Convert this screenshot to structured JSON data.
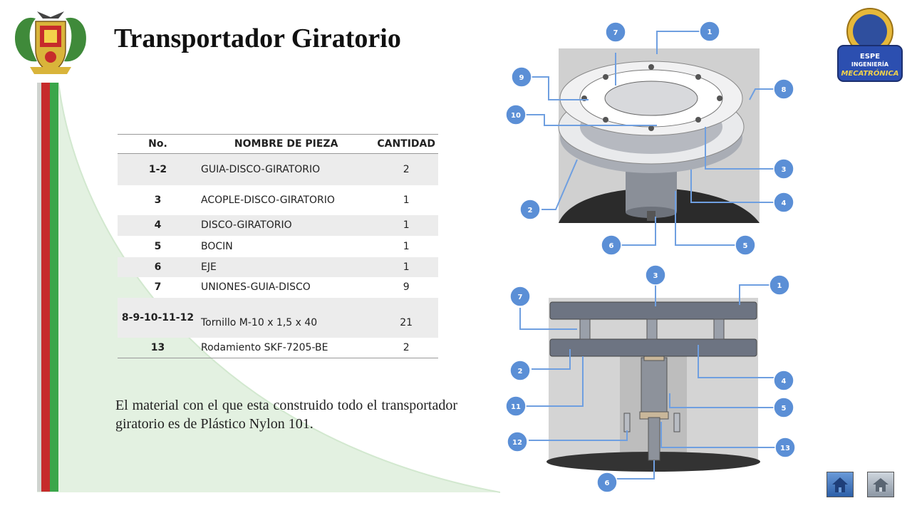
{
  "slide": {
    "title": "Transportador Giratorio",
    "note": "El material con el que esta construido todo el transportador giratorio es de Plástico Nylon 101."
  },
  "table": {
    "headers": [
      "No.",
      "NOMBRE DE PIEZA",
      "CANTIDAD"
    ],
    "rows": [
      {
        "no": "1-2",
        "name": "GUIA-DISCO-GIRATORIO",
        "qty": "2"
      },
      {
        "no": "3",
        "name": "ACOPLE-DISCO-GIRATORIO",
        "qty": "1"
      },
      {
        "no": "4",
        "name": "DISCO-GIRATORIO",
        "qty": "1"
      },
      {
        "no": "5",
        "name": "BOCIN",
        "qty": "1"
      },
      {
        "no": "6",
        "name": "EJE",
        "qty": "1"
      },
      {
        "no": "7",
        "name": "UNIONES-GUIA-DISCO",
        "qty": "9"
      },
      {
        "no": "8-9-10-11-12",
        "name": "Tornillo M-10 x 1,5 x 40",
        "qty": "21"
      },
      {
        "no": "13",
        "name": "Rodamiento SKF-7205-BE",
        "qty": "2"
      }
    ]
  },
  "figure_top": {
    "callouts": [
      "7",
      "1",
      "9",
      "8",
      "10",
      "3",
      "2",
      "4",
      "6",
      "5"
    ]
  },
  "figure_bottom": {
    "callouts": [
      "3",
      "7",
      "1",
      "2",
      "4",
      "11",
      "5",
      "12",
      "13",
      "6"
    ]
  },
  "logo": {
    "line1": "ESPE",
    "line2": "INGENIERÍA",
    "line3": "MECATRÓNICA"
  },
  "nav": {
    "home_icon": "home-icon",
    "end_icon": "home-end-icon"
  },
  "colors": {
    "red_stripe": "#c62b2b",
    "green_stripe": "#3aa64a",
    "callout_blue": "#5b8fd6"
  }
}
